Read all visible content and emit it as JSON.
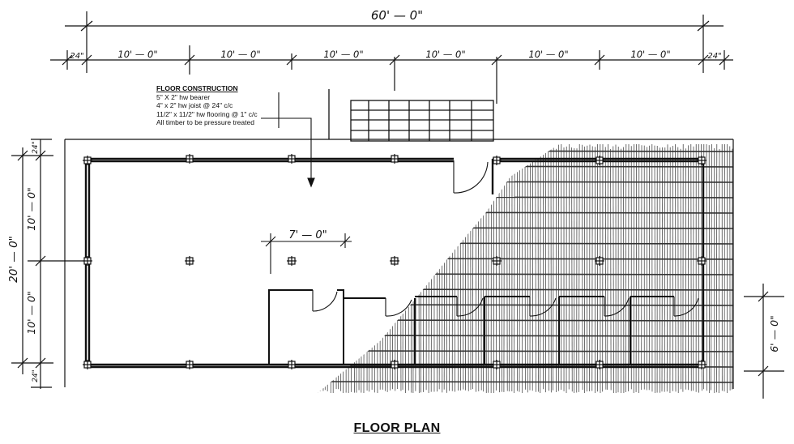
{
  "drawing": {
    "title": "FLOOR PLAN",
    "overall_length": "60' — 0\"",
    "end_offset": "24\"",
    "bays": [
      "10' — 0\"",
      "10' — 0\"",
      "10' — 0\"",
      "10' — 0\"",
      "10' — 0\"",
      "10' — 0\""
    ],
    "overall_width": "20' — 0\"",
    "half_widths": [
      "10' — 0\"",
      "10' — 0\""
    ],
    "side_offsets": [
      "24\"",
      "24\""
    ],
    "inner_dim": "7' — 0\"",
    "right_dim": "6' — 0\""
  },
  "notes": {
    "heading": "FLOOR CONSTRUCTION",
    "lines": [
      "5\" X 2\" hw bearer",
      "4\" x 2\" hw joist @ 24\" c/c",
      "11/2\" x 11/2\" hw flooring @ 1\" c/c",
      "All timber to be pressure treated"
    ]
  }
}
